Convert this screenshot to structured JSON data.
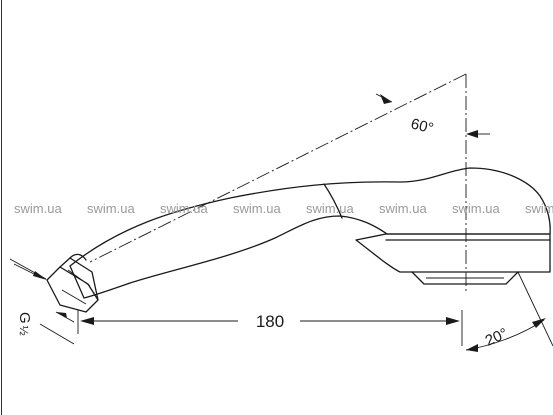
{
  "diagram": {
    "dimensions": {
      "length": "180",
      "thread": "G",
      "thread_fraction": "½",
      "spray_angle": "60°",
      "tilt_angle": "20°"
    },
    "watermark": {
      "text": "swim.ua",
      "count": 8
    }
  }
}
